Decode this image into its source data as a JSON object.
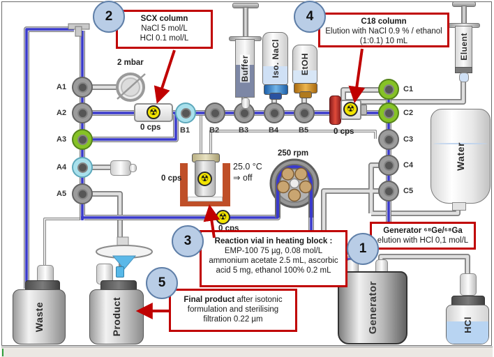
{
  "callouts": {
    "n1": {
      "num": "1",
      "title": "Generator ⁶⁸Ge/⁶⁸Ga",
      "body": "elution with HCl 0,1 mol/L"
    },
    "n2": {
      "num": "2",
      "title": "SCX column",
      "line1": "NaCl 5 mol/L",
      "line2": "HCl 0.1 mol/L"
    },
    "n3": {
      "num": "3",
      "title": "Reaction vial in heating block :",
      "body": " EMP-100 75 µg, 0.08 mol/L ammonium acetate 2.5 mL, ascorbic acid 5 mg, ethanol 100% 0.2 mL"
    },
    "n4": {
      "num": "4",
      "title": "C18 column",
      "body": "Elution with NaCl 0.9 % / ethanol (1:0.1) 10 mL"
    },
    "n5": {
      "num": "5",
      "title": "Final product",
      "body": " after isotonic formulation and sterilising filtration 0.22 µm"
    }
  },
  "valves": {
    "a": [
      "A1",
      "A2",
      "A3",
      "A4",
      "A5"
    ],
    "b": [
      "B1",
      "B2",
      "B3",
      "B4",
      "B5"
    ],
    "c": [
      "C1",
      "C2",
      "C3",
      "C4",
      "C5"
    ]
  },
  "readouts": {
    "pressure": "2 mbar",
    "scx_counts": "0 cps",
    "c18_counts": "0 cps",
    "vial_counts": "0 cps",
    "line_counts": "0 cps",
    "temperature": "25.0 °C",
    "heater_state": "⇒ off",
    "stirrer_speed": "250 rpm"
  },
  "containers": {
    "buffer": "Buffer",
    "iso_nacl": "Iso. NaCl",
    "etoh": "EtOH",
    "eluent": "Eluent",
    "water": "Water",
    "waste": "Waste",
    "product": "Product",
    "generator": "Generator",
    "hcl": "HCl"
  },
  "icons": {
    "radiation": "☢"
  },
  "colors": {
    "callout_red": "#c00000",
    "circle_blue": "#b9cde6",
    "tube_blue": "#3a3acc",
    "valve_green": "#86c226",
    "valve_cyan": "#a8e0ec",
    "heater_orange": "#bf4f28",
    "radiation_yellow": "#f2e400"
  }
}
